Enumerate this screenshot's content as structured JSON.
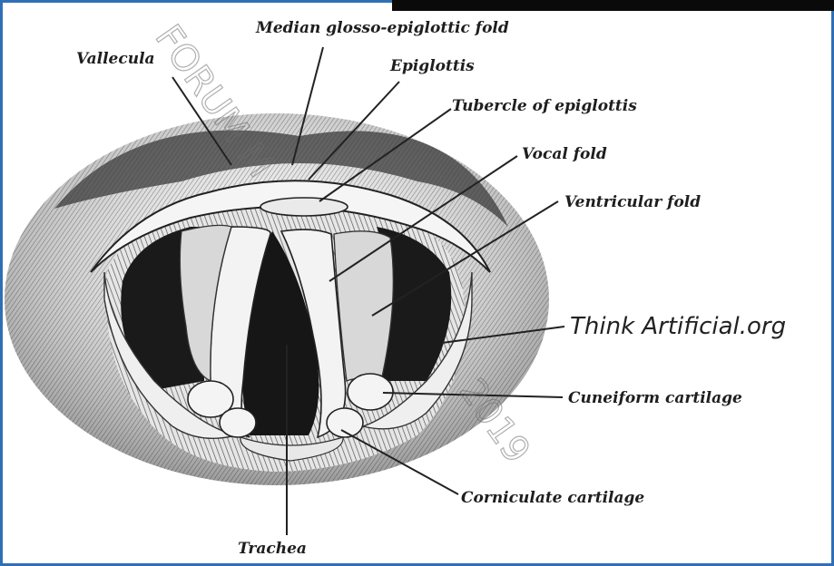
{
  "colors": {
    "frame_border": "#2f6fb5",
    "top_bar": "#0a0a0a",
    "ink": "#1e1e1e",
    "dark_cavity": "#1a1a1a"
  },
  "labels": {
    "median_glosso_epiglottic_fold": "Median glosso-epiglottic fold",
    "vallecula": "Vallecula",
    "epiglottis": "Epiglottis",
    "tubercle_of_epiglottis": "Tubercle of epiglottis",
    "vocal_fold": "Vocal fold",
    "ventricular_fold": "Ventricular fold",
    "site_mark": "Think Artificial.org",
    "cuneiform_cartilage": "Cuneiform cartilage",
    "corniculate_cartilage": "Corniculate cartilage",
    "trachea": "Trachea"
  },
  "watermark": {
    "upper": "FORUM M",
    "lower": "2019"
  }
}
